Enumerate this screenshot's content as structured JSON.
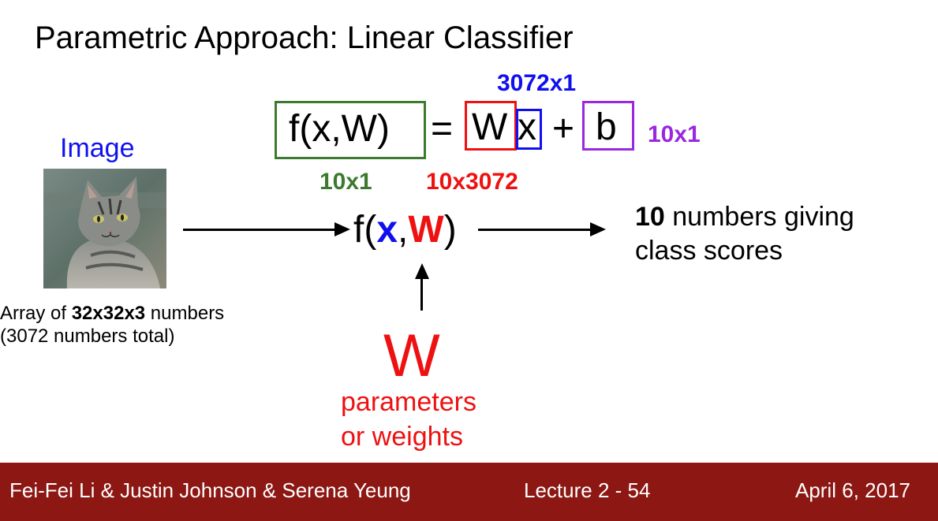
{
  "slide": {
    "title": "Parametric Approach: Linear Classifier"
  },
  "equation": {
    "lhs": "f(x,W)",
    "equals": "=",
    "W": "W",
    "x": "x",
    "plus": "+",
    "b": "b",
    "dim_x": "3072x1",
    "dim_b": "10x1",
    "dim_f": "10x1",
    "dim_W": "10x3072"
  },
  "image_block": {
    "label": "Image",
    "caption_line1_pre": "Array of ",
    "caption_line1_bold": "32x32x3",
    "caption_line1_post": " numbers",
    "caption_line2": "(3072 numbers total)"
  },
  "function_node": {
    "open": "f(",
    "x": "x",
    "comma": ",",
    "W": "W",
    "close": ")"
  },
  "output": {
    "bold": "10",
    "line1_rest": " numbers giving",
    "line2": "class scores"
  },
  "weights": {
    "symbol": "W",
    "line1": "parameters",
    "line2": "or weights"
  },
  "footer": {
    "authors": "Fei-Fei Li & Justin Johnson & Serena Yeung",
    "lecture": "Lecture 2 -   54",
    "date": "April 6, 2017"
  },
  "colors": {
    "blue": "#1010ee",
    "red": "#ee1111",
    "green": "#3c7a2e",
    "purple": "#9a28e0",
    "footer_bg": "#8c1713"
  }
}
